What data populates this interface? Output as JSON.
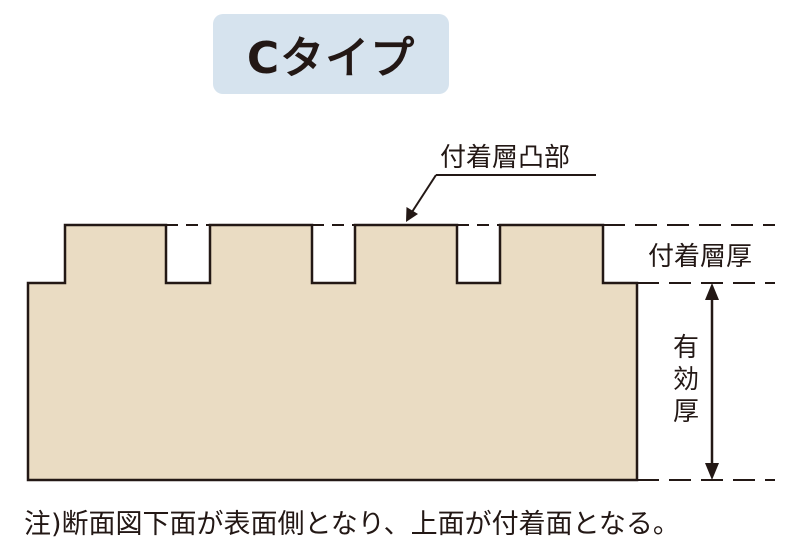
{
  "title": "Cタイプ",
  "labels": {
    "convex": "付着層凸部",
    "layer_thickness": "付着層厚",
    "effective_thickness": [
      "有",
      "効",
      "厚"
    ]
  },
  "note": "注)断面図下面が表面側となり、上面が付着面となる。",
  "colors": {
    "material_fill": "#eadcc3",
    "stroke": "#231815",
    "badge_bg": "#d6e3ee"
  }
}
